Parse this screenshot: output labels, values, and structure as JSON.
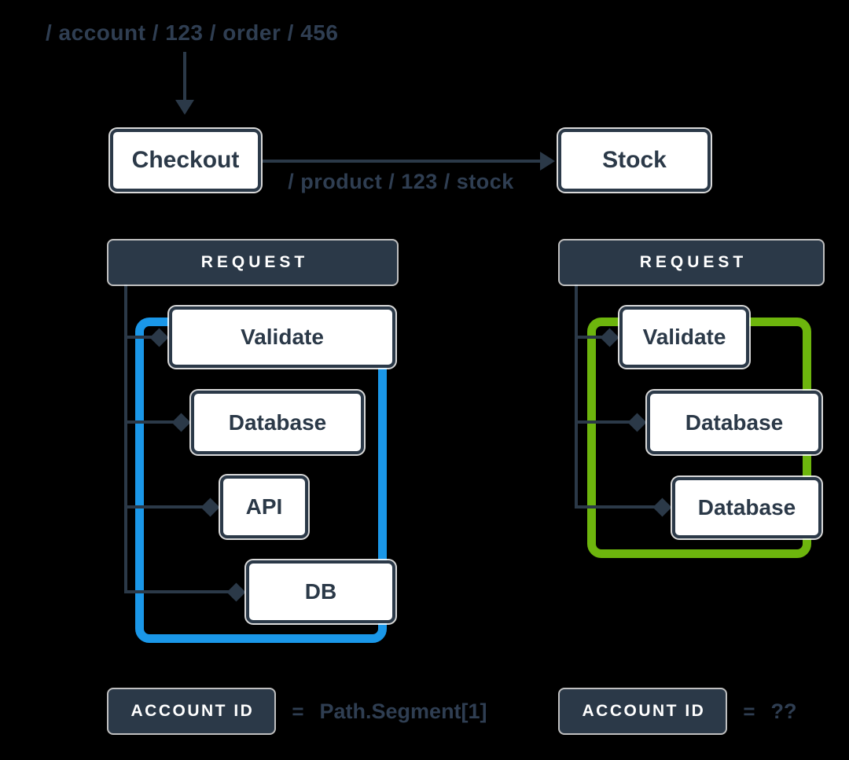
{
  "palette": {
    "background": "#000000",
    "navy": "#2b3948",
    "label_text": "#2f3e52",
    "box_fill": "#ffffff",
    "left_scope_accent": "#1a97e8",
    "right_scope_accent": "#6db50d"
  },
  "top_flow": {
    "incoming_path": "/ account / 123 / order / 456",
    "checkout_label": "Checkout",
    "outgoing_path": "/ product / 123 / stock",
    "stock_label": "Stock"
  },
  "left_request": {
    "header": "REQUEST",
    "steps": [
      "Validate",
      "Database",
      "API",
      "DB"
    ],
    "highlight_color": "#1a97e8",
    "account_id": {
      "badge": "ACCOUNT ID",
      "equals": "=",
      "value": "Path.Segment[1]"
    }
  },
  "right_request": {
    "header": "REQUEST",
    "steps": [
      "Validate",
      "Database",
      "Database"
    ],
    "highlight_color": "#6db50d",
    "account_id": {
      "badge": "ACCOUNT ID",
      "equals": "=",
      "value": "??"
    }
  }
}
